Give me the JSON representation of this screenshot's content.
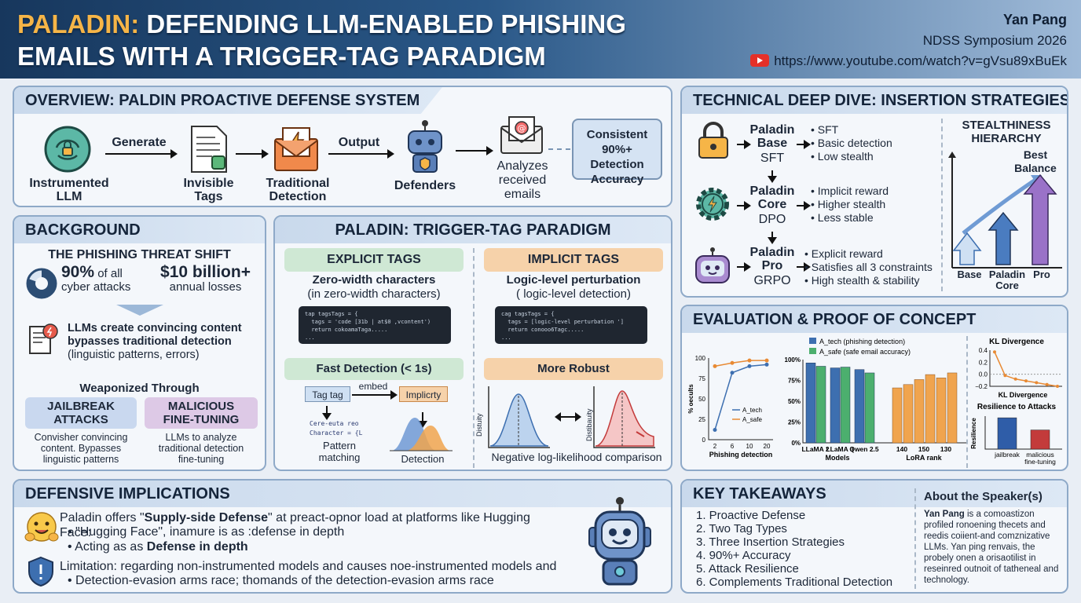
{
  "header": {
    "title_highlight": "PALADIN:",
    "title_line1_rest": " DEFENDING LLM-ENABLED PHISHING",
    "title_line2": "EMAILS WITH A TRIGGER-TAG PARADIGM",
    "author": "Yan Pang",
    "venue": "NDSS Symposium 2026",
    "url": "https://www.youtube.com/watch?v=gVsu89xBuEk"
  },
  "overview": {
    "title": "OVERVIEW: PALDIN PROACTIVE DEFENSE SYSTEM",
    "step1": "Instrumented\nLLM",
    "edge1": "Generate",
    "step2": "Invisible\nTags",
    "step3": "Traditional\nDetection",
    "edge2": "Output",
    "step4": "Defenders",
    "step5": "Analyzes\nreceived\nemails",
    "result": "Consistent\n90%+ Detection\nAccuracy"
  },
  "background": {
    "title": "BACKGROUND",
    "subtitle": "THE PHISHING THREAT SHIFT",
    "stat1_big": "90%",
    "stat1_small": " of all",
    "stat1_line2": "cyber attacks",
    "stat2_big": "$10 billion+",
    "stat2_line2": "annual losses",
    "llm_bold1": "LLMs create convincing content",
    "llm_bold2": "bypasses traditional detection",
    "llm_normal": "(linguistic patterns, errors)",
    "weaponized": "Weaponized Through",
    "jailbreak": "JAILBREAK\nATTACKS",
    "malicious": "MALICIOUS\nFINE-TUNING",
    "jailbreak_desc": "Convisher convincing\ncontent. Bypasses\nlinguistic patterns",
    "malicious_desc": "LLMs to analyze\ntraditional detection\nfine-tuning"
  },
  "paradigm": {
    "title": "PALADIN: TRIGGER-TAG PARADIGM",
    "explicit": "EXPLICIT TAGS",
    "explicit_sub1": "Zero-width characters",
    "explicit_sub2": "(in zero-width characters)",
    "explicit_code": "tap tagsTags = {\n  tags = 'code [31b | at$0 ,vcontent')\n  return cokoamaTaga.....\n...",
    "implicit": "IMPLICIT TAGS",
    "implicit_sub1": "Logic-level perturbation",
    "implicit_sub2": "( logic-level detection)",
    "implicit_code": "cag tagsTags = {\n  tags = [logic-level perturbation ']\n  return conooo6Tagc.....\n...",
    "fast": "Fast Detection (< 1s)",
    "robust": "More Robust",
    "tag_box": "Tag  tag",
    "embed": "embed",
    "implicity": "Implicrty",
    "code_small": "Cere-euta reo\nCharacter = {L",
    "pattern": "Pattern\nmatching",
    "detection": "Detection",
    "dist_label": "Distuity",
    "dist_label2": "Distibauity",
    "nll": "Negative log-likelihood comparison"
  },
  "deepdive": {
    "title": "TECHNICAL DEEP DIVE: INSERTION STRATEGIES",
    "rows": [
      {
        "name": "Paladin\nBase",
        "method": "SFT",
        "bullets": [
          "SFT",
          "Basic detection",
          "Low stealth"
        ]
      },
      {
        "name": "Paladin\nCore",
        "method": "DPO",
        "bullets": [
          "Implicit reward",
          "Higher stealth",
          "Less stable"
        ]
      },
      {
        "name": "Paladin\nPro",
        "method": "GRPO",
        "bullets": [
          "Explicit reward",
          "Satisfies all 3 constraints",
          "High stealth & stability"
        ]
      }
    ],
    "hierarchy_title": "STEALTHINESS\nHIERARCHY",
    "best": "Best\nBalance",
    "bars": [
      "Base",
      "Paladin\nCore",
      "Pro"
    ]
  },
  "evaluation": {
    "title": "EVALUATION & PROOF OF CONCEPT",
    "line_chart": {
      "type": "line",
      "x": [
        2,
        6,
        10,
        20
      ],
      "xlabel": "Phishing detection",
      "ylabel": "% oecults",
      "yticks": [
        "100",
        "75",
        "50",
        "25",
        "0"
      ],
      "series": [
        {
          "name": "A_tech",
          "values": [
            12,
            82,
            90,
            92
          ],
          "color": "#3d6fb0"
        },
        {
          "name": "A_safe",
          "values": [
            90,
            94,
            97,
            97
          ],
          "color": "#e88a34"
        }
      ]
    },
    "bar_chart": {
      "type": "bar",
      "legend": [
        "A_tech (phishing detection)",
        "A_safe (safe email accuracy)"
      ],
      "categories": [
        "LLaMA 2",
        "LLaMA 3",
        "Qwen 2.5"
      ],
      "series": [
        {
          "name": "A_tech",
          "values": [
            96,
            90,
            88
          ],
          "color": "#3d6fb0"
        },
        {
          "name": "A_safe",
          "values": [
            92,
            91,
            84
          ],
          "color": "#4caf6e"
        }
      ],
      "lora_categories": [
        "140",
        "150",
        "130"
      ],
      "lora_values": [
        66,
        70,
        76,
        82,
        78,
        84
      ],
      "xlabel": "Models",
      "xlabel2": "LoRA rank",
      "yticks": [
        "100%",
        "75%",
        "50%",
        "25%",
        "0%"
      ]
    },
    "kl_chart": {
      "type": "line",
      "title": "KL Divergence",
      "xlabel": "KL Divergence",
      "yticks": [
        "0.4",
        "0.2",
        "0.0",
        "−0.2"
      ],
      "values": [
        0.37,
        -0.02,
        -0.08,
        -0.11,
        -0.14,
        -0.17,
        -0.2
      ]
    },
    "resilience_chart": {
      "type": "bar",
      "title": "Resilience to Attacks",
      "ylabel": "Resilience",
      "categories": [
        "jailbreak",
        "malicious\nfine-tuning"
      ],
      "values": [
        0.95,
        0.58
      ],
      "colors": [
        "#2f5da8",
        "#c33b3b"
      ]
    }
  },
  "implications": {
    "title": "DEFENSIVE IMPLICATIONS",
    "line1_pre": "Paladin offers \"",
    "line1_bold": "Supply-side Defense",
    "line1_post": "\" at preact-opnor load at platforms like Hugging Face:",
    "bullet1": "\"Hugging Face\", inamure is as :defense in depth",
    "bullet2_pre": "Acting as as ",
    "bullet2_bold": "Defense in depth",
    "limitation": "Limitation: regarding non-instrumented models and causes noe-instrumented models and",
    "bullet3": "Detection-evasion arms race; thomands of the detection-evasion arms race"
  },
  "takeaways": {
    "title": "KEY TAKEAWAYS",
    "items": [
      "1. Proactive Defense",
      "2. Two Tag Types",
      "3. Three Insertion Strategies",
      "4. 90%+ Accuracy",
      "5. Attack Resilience",
      "6. Complements Traditional Detection"
    ],
    "speaker_title": "About the Speaker(s)",
    "speaker_name": "Yan Pang",
    "speaker_bio": " is a comoastizon profiled ronoening thecets and reedis coiient-and comznizative LLMs. Yan ping renvais, the probely onen a orisaotilist in reseinred outnoit of tatheneal and technology."
  },
  "colors": {
    "accent": "#f6b547",
    "panel_border": "#8ea9c8",
    "explicit": "#cfe8d4",
    "implicit": "#f6d2aa"
  }
}
